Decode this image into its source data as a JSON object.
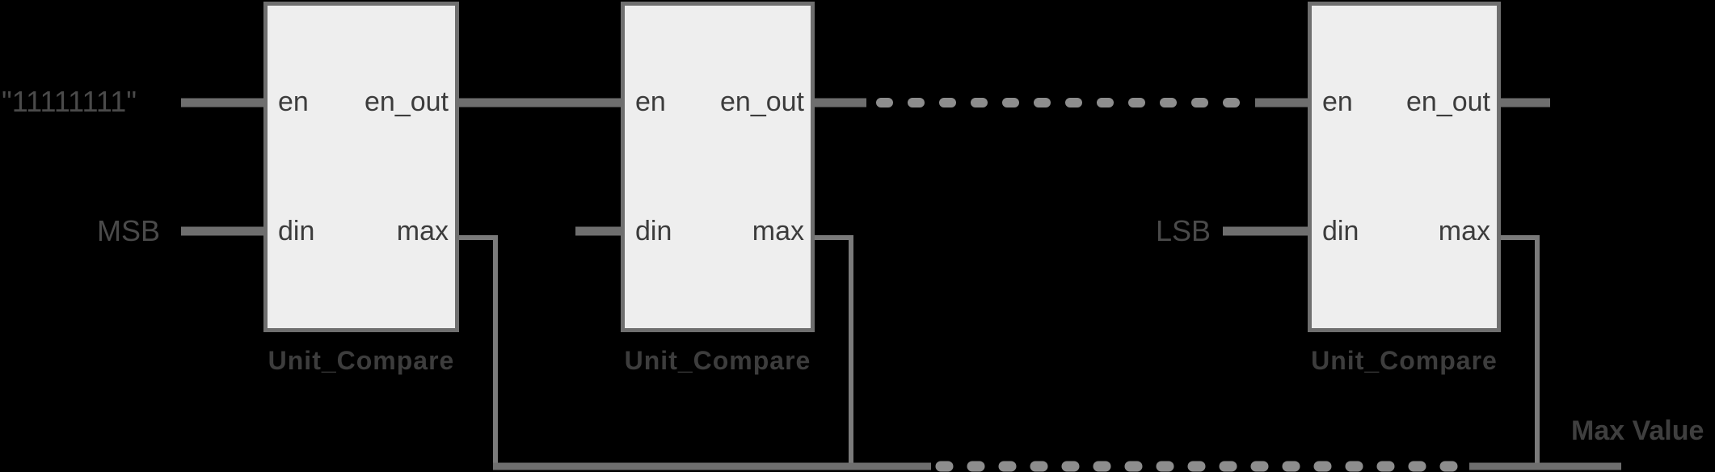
{
  "diagram": {
    "description": "Cascade of Unit_Compare blocks finding a maximum value",
    "colors": {
      "background": "#000000",
      "block_fill": "#eeeeee",
      "block_border": "#6f6f6f",
      "wire_solid": "#6e6e6e",
      "wire_dashed": "#8d8d8d",
      "wire_thin_elbow": "#7a7a7a",
      "port_text": "#3c3c3c",
      "caption_text": "#3d3d3d",
      "signal_text": "#4a4a4a",
      "output_text": "#3f3f3f"
    },
    "signals": {
      "enable_constant": "\"11111111\"",
      "msb_label": "MSB",
      "lsb_label": "LSB",
      "max_value_label": "Max Value"
    },
    "blocks": [
      {
        "caption": "Unit_Compare",
        "ports": {
          "en": "en",
          "en_out": "en_out",
          "din": "din",
          "max": "max"
        }
      },
      {
        "caption": "Unit_Compare",
        "ports": {
          "en": "en",
          "en_out": "en_out",
          "din": "din",
          "max": "max"
        }
      },
      {
        "caption": "Unit_Compare",
        "ports": {
          "en": "en",
          "en_out": "en_out",
          "din": "din",
          "max": "max"
        }
      }
    ]
  }
}
